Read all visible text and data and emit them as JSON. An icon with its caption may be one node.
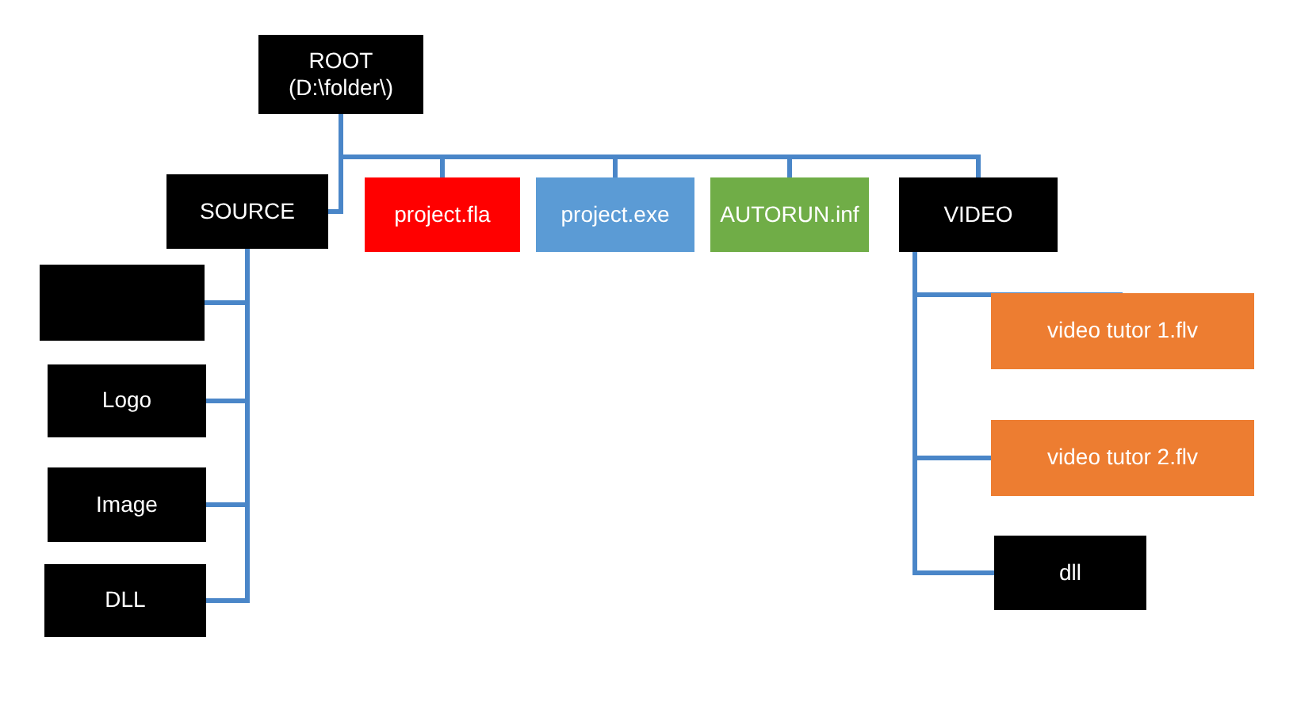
{
  "diagram": {
    "nodes": [
      {
        "text": [
          "ROOT",
          "(D:\\folder\\)"
        ]
      },
      {
        "text": [
          "SOURCE"
        ]
      },
      {
        "text": [
          "project.fla"
        ]
      },
      {
        "text": [
          "project.exe"
        ]
      },
      {
        "text": [
          "AUTORUN.inf"
        ]
      },
      {
        "text": [
          "VIDEO"
        ]
      },
      {
        "text": [],
        "shape": "box"
      },
      {
        "text": [
          "Logo"
        ]
      },
      {
        "text": [
          "Image"
        ]
      },
      {
        "text": [
          "DLL"
        ]
      },
      {
        "text": [
          "video tutor 1.flv"
        ]
      },
      {
        "text": [
          "video tutor 2.flv"
        ]
      },
      {
        "text": [
          "dll"
        ]
      }
    ],
    "edges": [
      {
        "from": 0,
        "to": 1,
        "arrow": "none"
      },
      {
        "from": 0,
        "to": 2,
        "arrow": "none"
      },
      {
        "from": 0,
        "to": 3,
        "arrow": "none"
      },
      {
        "from": 0,
        "to": 4,
        "arrow": "none"
      },
      {
        "from": 0,
        "to": 5,
        "arrow": "none"
      },
      {
        "from": 1,
        "to": 6,
        "arrow": "none"
      },
      {
        "from": 1,
        "to": 7,
        "arrow": "none"
      },
      {
        "from": 1,
        "to": 8,
        "arrow": "none"
      },
      {
        "from": 1,
        "to": 9,
        "arrow": "none"
      },
      {
        "from": 5,
        "to": 10,
        "arrow": "none"
      },
      {
        "from": 5,
        "to": 11,
        "arrow": "none"
      },
      {
        "from": 5,
        "to": 12,
        "arrow": "none"
      }
    ]
  }
}
